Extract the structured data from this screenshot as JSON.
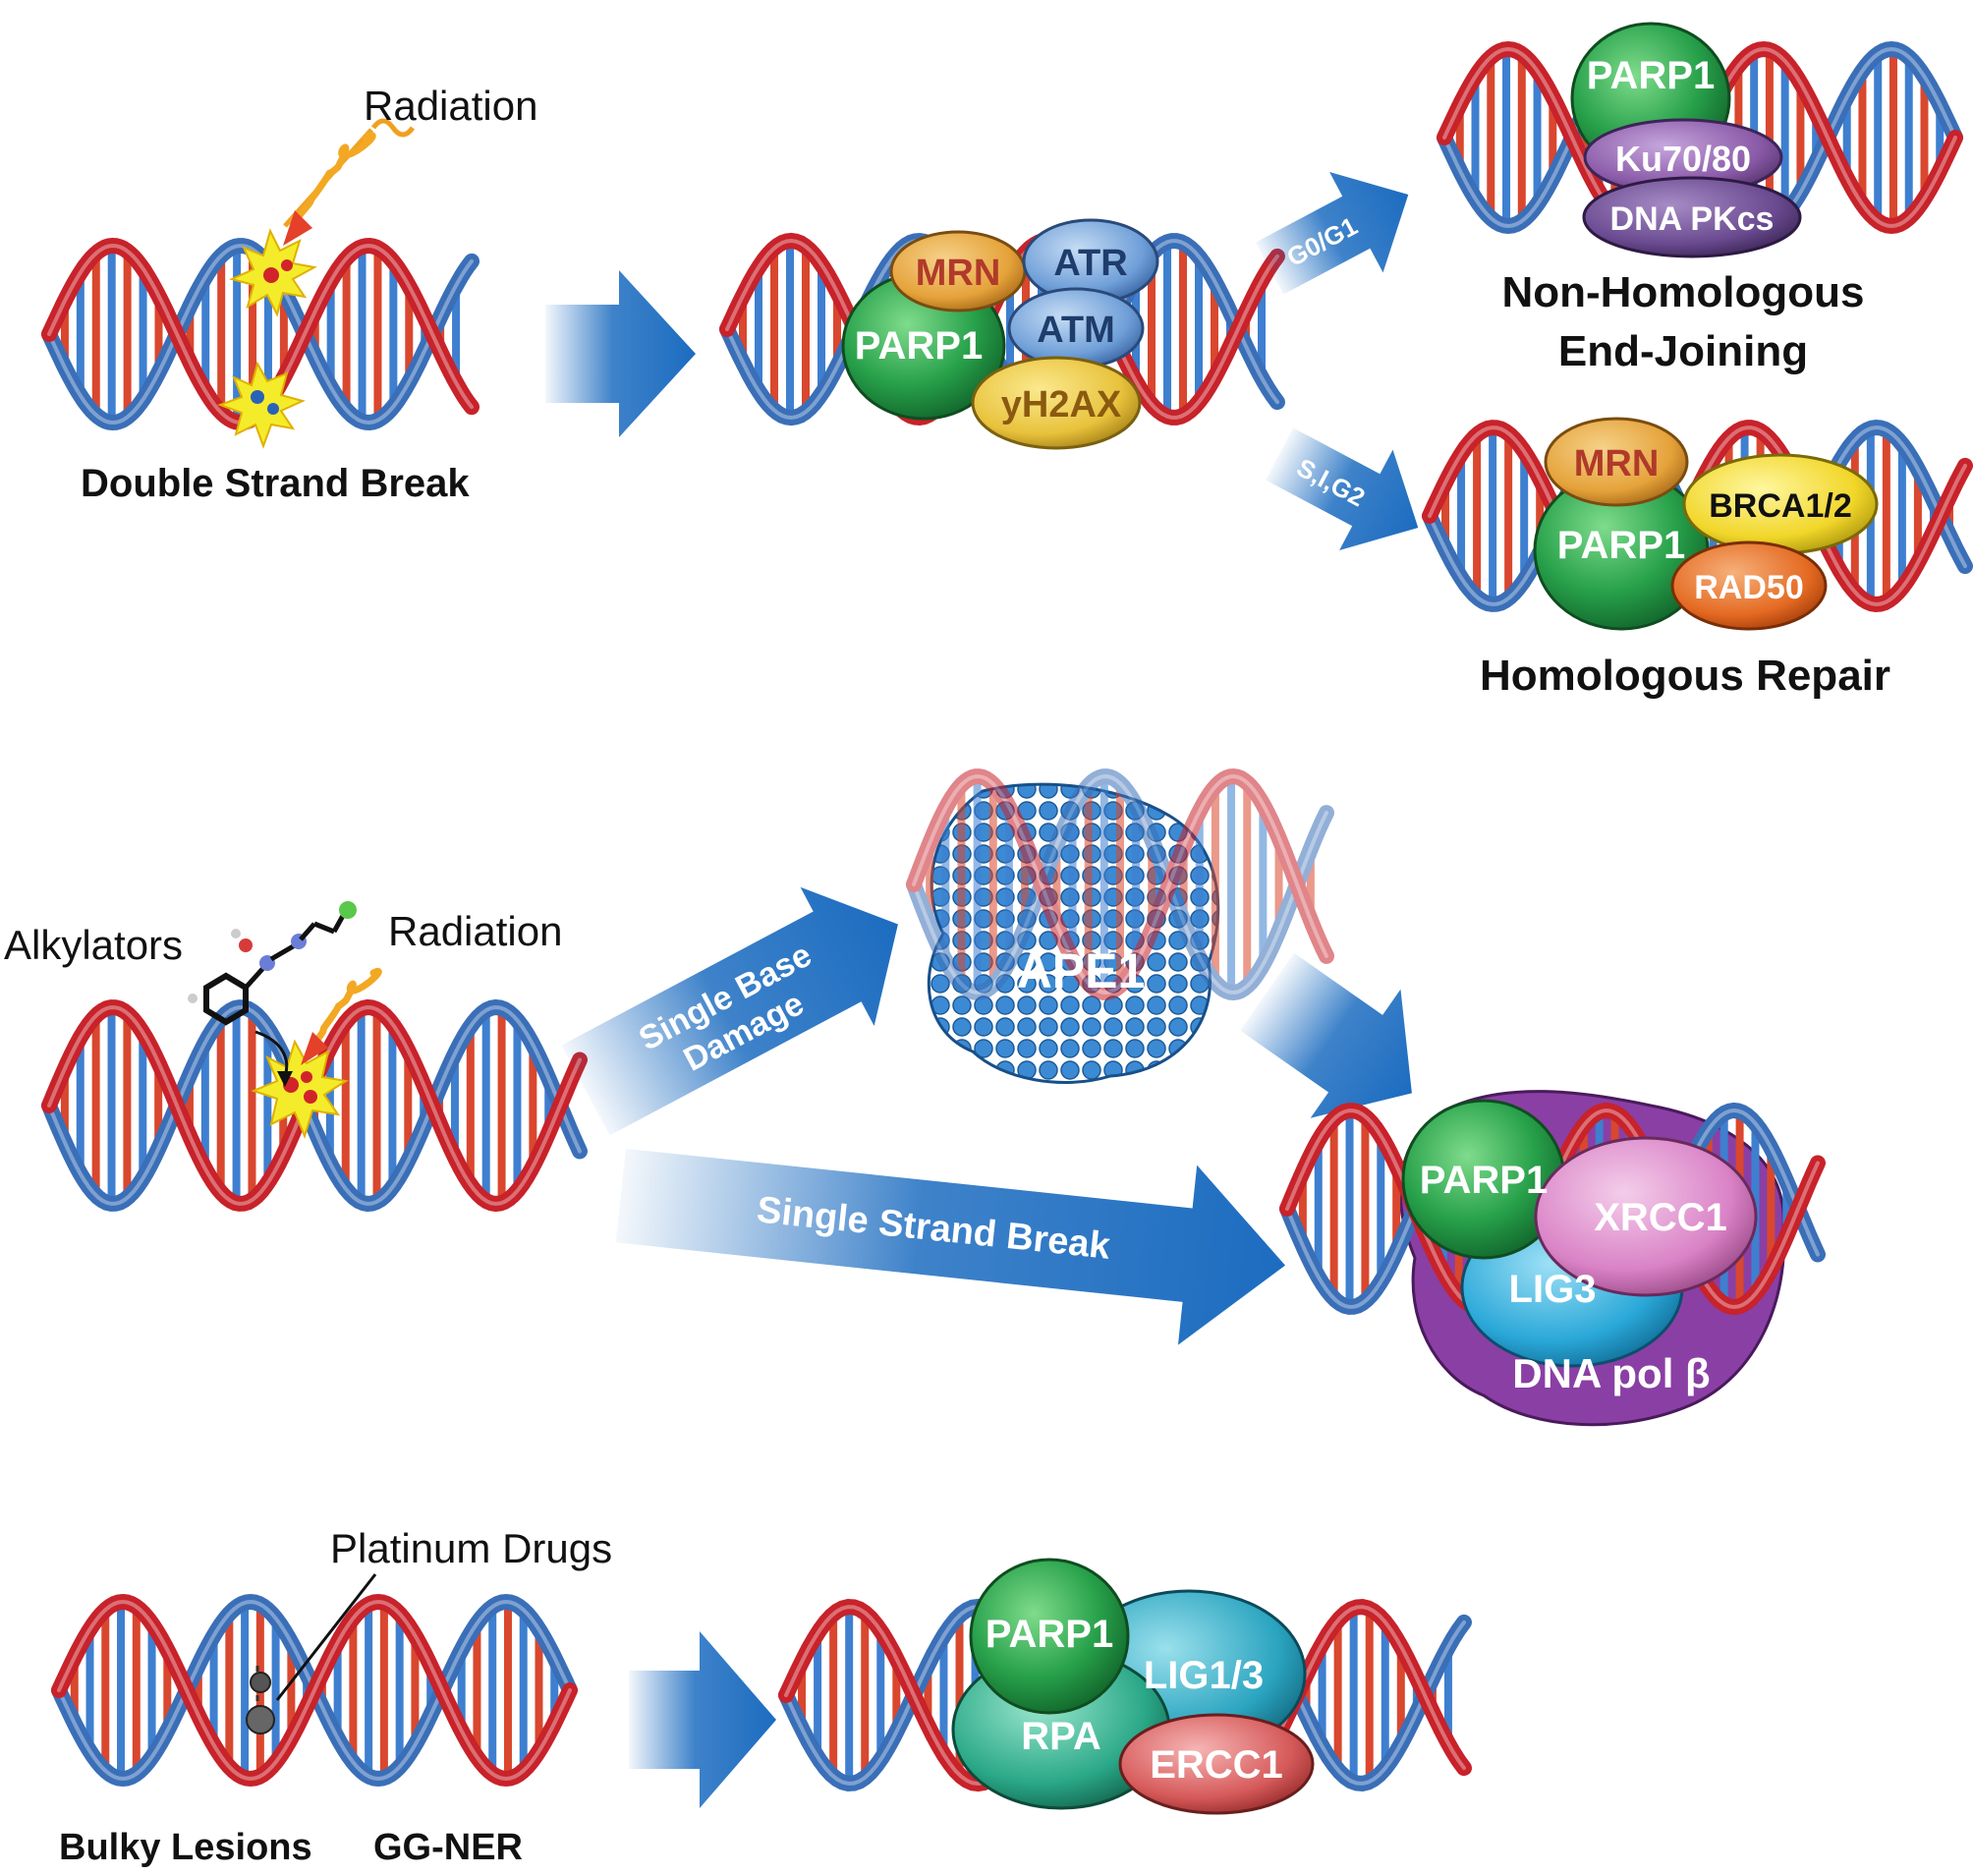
{
  "colors": {
    "strand_red": "#c8222a",
    "strand_blue": "#3a6fb8",
    "arrow_blue": "#1c6cc0",
    "parp1": "#27a04a",
    "mrn": "#e5a23a",
    "atr_atm": "#6f9fd8",
    "yh2ax": "#e8c23c",
    "ku": "#8a5aa8",
    "dnapk": "#6a4a90",
    "brca": "#f1d629",
    "rad50": "#e46a22",
    "ape1": "#2f7ec8",
    "xrcc1": "#d982c6",
    "lig3": "#2aa8d8",
    "polb": "#8a3fa4",
    "rpa": "#2aa888",
    "lig13": "#2aa4c0",
    "ercc1": "#d65a5a",
    "burst": "#f4ec2a"
  },
  "dsb": {
    "radiation_label": "Radiation",
    "title": "Double Strand Break",
    "complex": {
      "mrn": "MRN",
      "atr": "ATR",
      "atm": "ATM",
      "parp1": "PARP1",
      "yh2ax": "yH2AX"
    },
    "arrow_g0g1": "G0/G1",
    "arrow_sig2": "S,I,G2",
    "nhej": {
      "parp1": "PARP1",
      "ku": "Ku70/80",
      "dnapk": "DNA PKcs",
      "title_line1": "Non-Homologous",
      "title_line2": "End-Joining"
    },
    "hr": {
      "mrn": "MRN",
      "brca": "BRCA1/2",
      "parp1": "PARP1",
      "rad50": "RAD50",
      "title": "Homologous Repair"
    }
  },
  "ssb": {
    "alkylators_label": "Alkylators",
    "radiation_label": "Radiation",
    "arrow_sbd_line1": "Single Base",
    "arrow_sbd_line2": "Damage",
    "arrow_ssb": "Single Strand Break",
    "ape1": "APE1",
    "complex": {
      "parp1": "PARP1",
      "xrcc1": "XRCC1",
      "lig3": "LIG3",
      "polb": "DNA pol β"
    }
  },
  "bulky": {
    "platinum_label": "Platinum Drugs",
    "label_bulky": "Bulky Lesions",
    "label_ggner": "GG-NER",
    "complex": {
      "parp1": "PARP1",
      "lig13": "LIG1/3",
      "rpa": "RPA",
      "ercc1": "ERCC1"
    }
  }
}
